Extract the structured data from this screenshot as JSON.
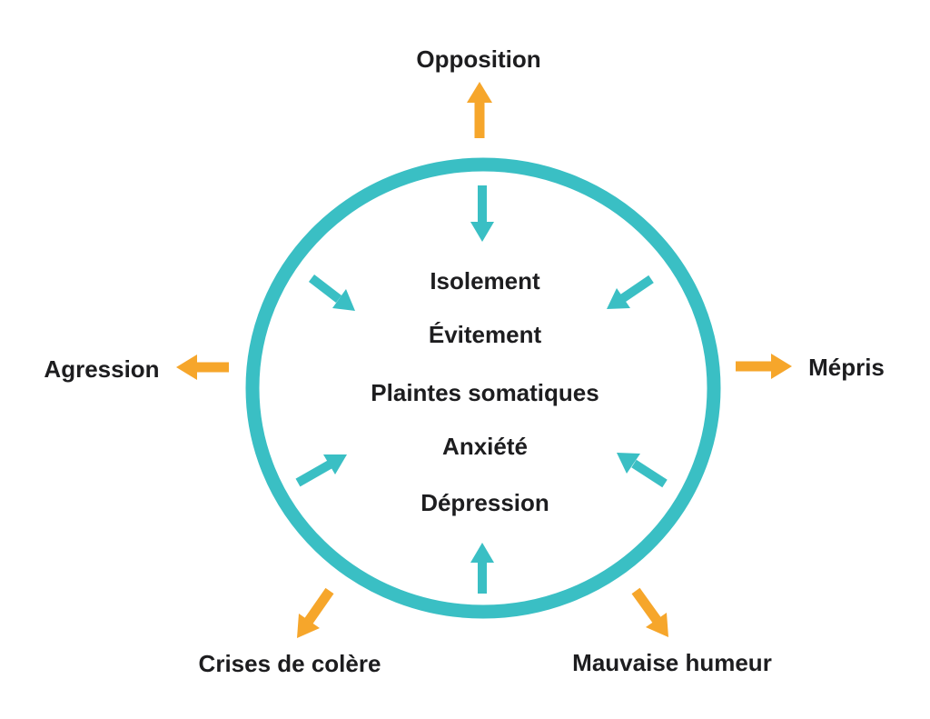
{
  "colors": {
    "teal": "#3ABFC4",
    "orange": "#F6A62B",
    "text": "#1D1D1F",
    "background": "#FFFFFF"
  },
  "outer_labels": {
    "top": "Opposition",
    "left": "Agression",
    "right": "Mépris",
    "bottom_left": "Crises de colère",
    "bottom_right": "Mauvaise humeur"
  },
  "inner_items": [
    "Isolement",
    "Évitement",
    "Plaintes somatiques",
    "Anxiété",
    "Dépression"
  ]
}
